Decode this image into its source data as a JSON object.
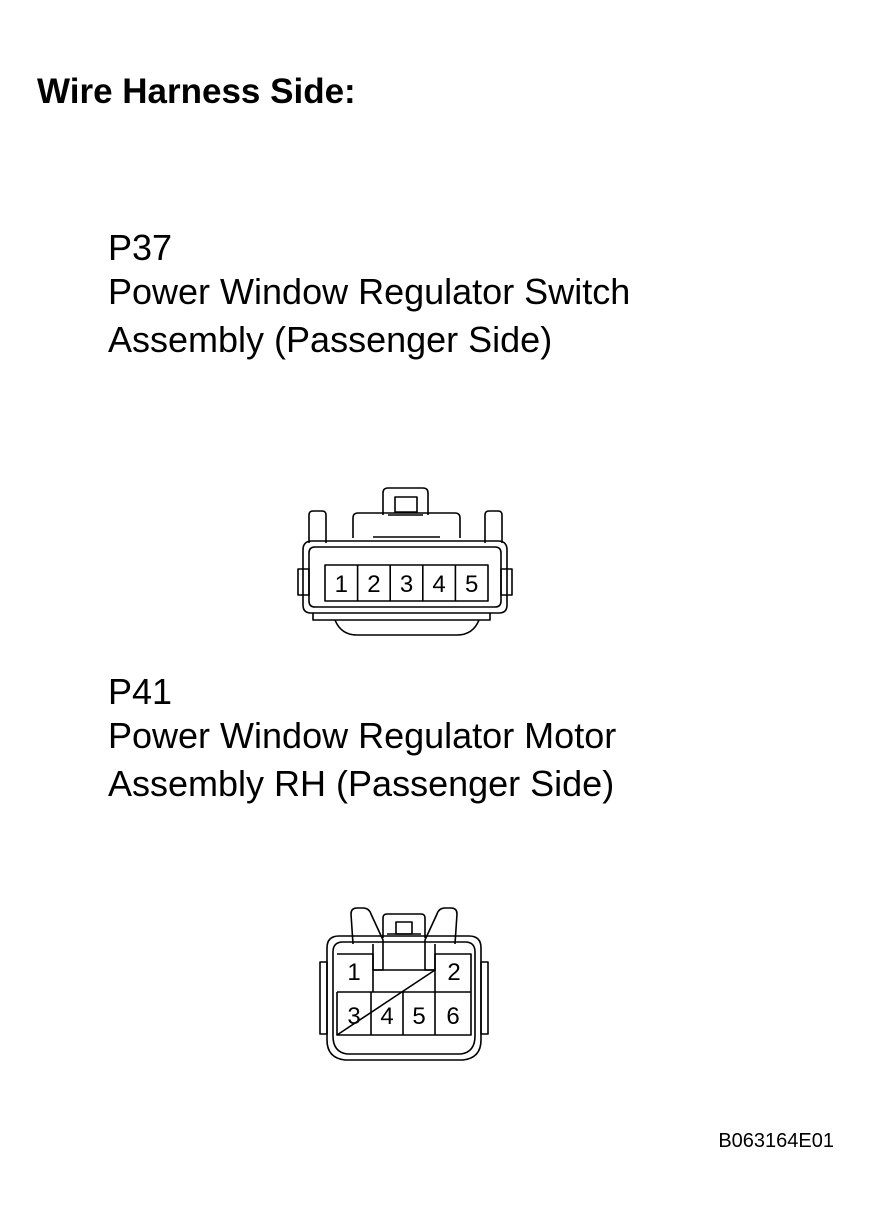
{
  "heading": "Wire Harness Side:",
  "connectors": [
    {
      "code": "P37",
      "name_line1": "Power Window Regulator Switch",
      "name_line2": "Assembly (Passenger Side)",
      "pins": [
        "1",
        "2",
        "3",
        "4",
        "5"
      ]
    },
    {
      "code": "P41",
      "name_line1": "Power Window Regulator Motor",
      "name_line2": "Assembly RH (Passenger Side)",
      "pins": [
        "1",
        "2",
        "3",
        "4",
        "5",
        "6"
      ]
    }
  ],
  "figure_id": "B063164E01"
}
